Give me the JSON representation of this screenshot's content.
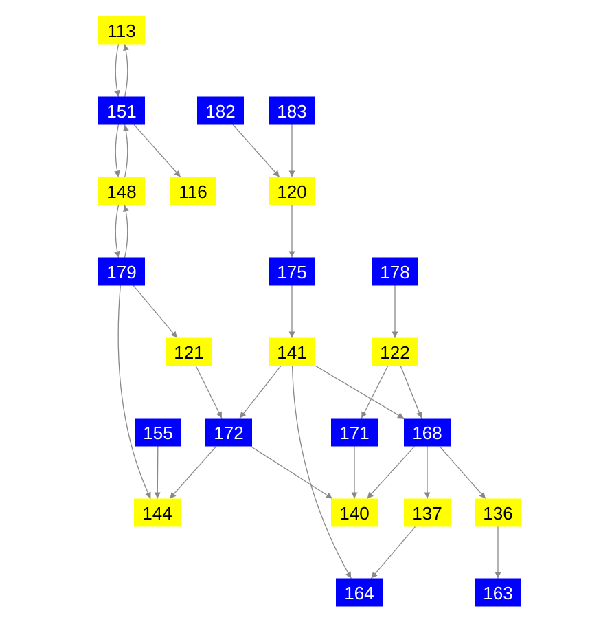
{
  "colors": {
    "yellow": "#ffff00",
    "blue": "#0000ff",
    "edge": "#888888",
    "text_on_yellow": "#000000",
    "text_on_blue": "#ffffff"
  },
  "nodes": [
    {
      "id": "113",
      "label": "113",
      "type": "yellow"
    },
    {
      "id": "151",
      "label": "151",
      "type": "blue"
    },
    {
      "id": "182",
      "label": "182",
      "type": "blue"
    },
    {
      "id": "183",
      "label": "183",
      "type": "blue"
    },
    {
      "id": "148",
      "label": "148",
      "type": "yellow"
    },
    {
      "id": "116",
      "label": "116",
      "type": "yellow"
    },
    {
      "id": "120",
      "label": "120",
      "type": "yellow"
    },
    {
      "id": "179",
      "label": "179",
      "type": "blue"
    },
    {
      "id": "175",
      "label": "175",
      "type": "blue"
    },
    {
      "id": "178",
      "label": "178",
      "type": "blue"
    },
    {
      "id": "121",
      "label": "121",
      "type": "yellow"
    },
    {
      "id": "141",
      "label": "141",
      "type": "yellow"
    },
    {
      "id": "122",
      "label": "122",
      "type": "yellow"
    },
    {
      "id": "155",
      "label": "155",
      "type": "blue"
    },
    {
      "id": "172",
      "label": "172",
      "type": "blue"
    },
    {
      "id": "171",
      "label": "171",
      "type": "blue"
    },
    {
      "id": "168",
      "label": "168",
      "type": "blue"
    },
    {
      "id": "144",
      "label": "144",
      "type": "yellow"
    },
    {
      "id": "140",
      "label": "140",
      "type": "yellow"
    },
    {
      "id": "137",
      "label": "137",
      "type": "yellow"
    },
    {
      "id": "136",
      "label": "136",
      "type": "yellow"
    },
    {
      "id": "164",
      "label": "164",
      "type": "blue"
    },
    {
      "id": "163",
      "label": "163",
      "type": "blue"
    }
  ],
  "edges": [
    [
      "113",
      "151"
    ],
    [
      "151",
      "113"
    ],
    [
      "151",
      "148"
    ],
    [
      "148",
      "151"
    ],
    [
      "151",
      "116"
    ],
    [
      "182",
      "120"
    ],
    [
      "183",
      "120"
    ],
    [
      "148",
      "179"
    ],
    [
      "179",
      "148"
    ],
    [
      "120",
      "175"
    ],
    [
      "179",
      "121"
    ],
    [
      "179",
      "144"
    ],
    [
      "175",
      "141"
    ],
    [
      "178",
      "122"
    ],
    [
      "121",
      "172"
    ],
    [
      "141",
      "172"
    ],
    [
      "141",
      "168"
    ],
    [
      "141",
      "164"
    ],
    [
      "122",
      "171"
    ],
    [
      "122",
      "168"
    ],
    [
      "155",
      "144"
    ],
    [
      "172",
      "144"
    ],
    [
      "172",
      "140"
    ],
    [
      "171",
      "140"
    ],
    [
      "168",
      "140"
    ],
    [
      "168",
      "137"
    ],
    [
      "168",
      "136"
    ],
    [
      "137",
      "164"
    ],
    [
      "136",
      "163"
    ]
  ]
}
